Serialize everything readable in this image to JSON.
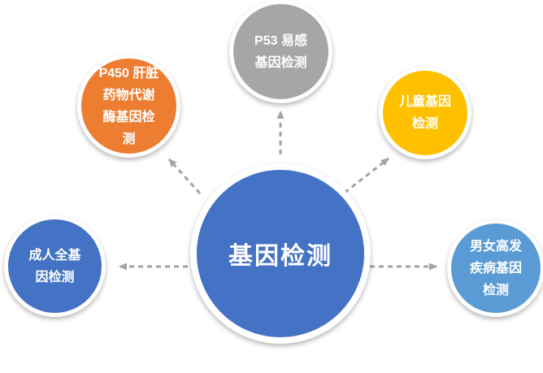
{
  "diagram": {
    "type": "radial",
    "connector_color": "#a3a3a3",
    "background_color": "#ffffff",
    "center_node": {
      "label": "基因检测",
      "color": "#4472C4",
      "text_color": "#ffffff"
    },
    "satellite_nodes": [
      {
        "id": "p53",
        "lines": [
          "P53 易感",
          "基因检测"
        ],
        "color": "#A6A6A6"
      },
      {
        "id": "p450",
        "lines": [
          "P450 肝脏",
          "药物代谢",
          "酶基因检",
          "测"
        ],
        "color": "#ED7D31"
      },
      {
        "id": "adult",
        "lines": [
          "成人全基",
          "因检测"
        ],
        "color": "#4472C4"
      },
      {
        "id": "children",
        "lines": [
          "儿童基因",
          "检测"
        ],
        "color": "#FFC000"
      },
      {
        "id": "disease",
        "lines": [
          "男女高发",
          "疾病基因",
          "检测"
        ],
        "color": "#5B9BD5"
      }
    ]
  }
}
